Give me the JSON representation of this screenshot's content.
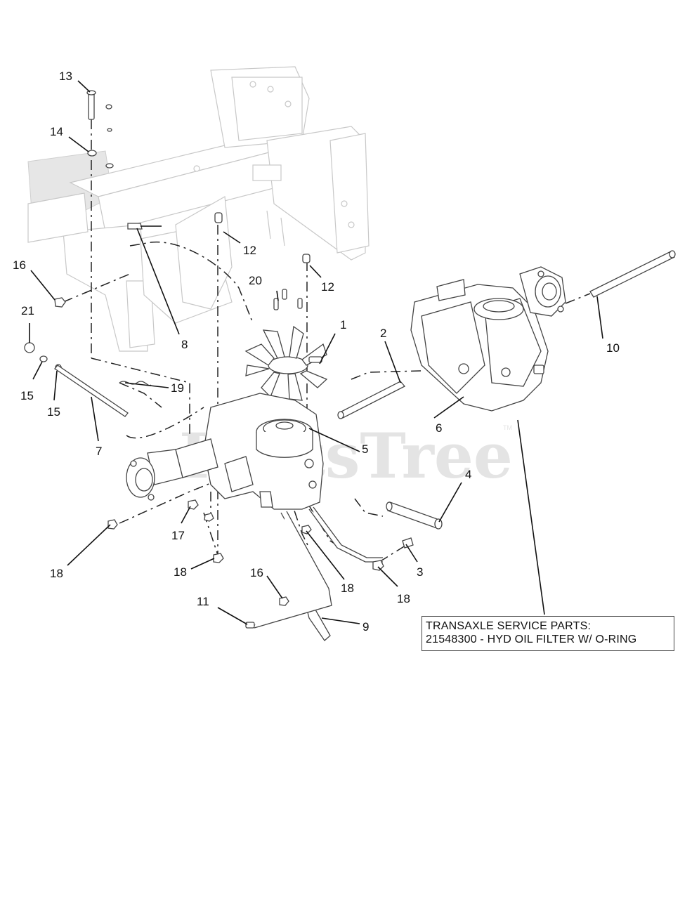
{
  "watermark": {
    "text": "PartsTree",
    "tm": "TM"
  },
  "callouts": {
    "c1": "1",
    "c2": "2",
    "c3": "3",
    "c4": "4",
    "c5": "5",
    "c6": "6",
    "c7": "7",
    "c8": "8",
    "c9": "9",
    "c10": "10",
    "c11": "11",
    "c12a": "12",
    "c12b": "12",
    "c13": "13",
    "c14": "14",
    "c15a": "15",
    "c15b": "15",
    "c16a": "16",
    "c16b": "16",
    "c17": "17",
    "c18a": "18",
    "c18b": "18",
    "c18c": "18",
    "c18d": "18",
    "c19": "19",
    "c20": "20",
    "c21": "21"
  },
  "service_box": {
    "line1": "TRANSAXLE SERVICE PARTS:",
    "line2": "21548300 - HYD OIL FILTER W/ O-RING"
  }
}
